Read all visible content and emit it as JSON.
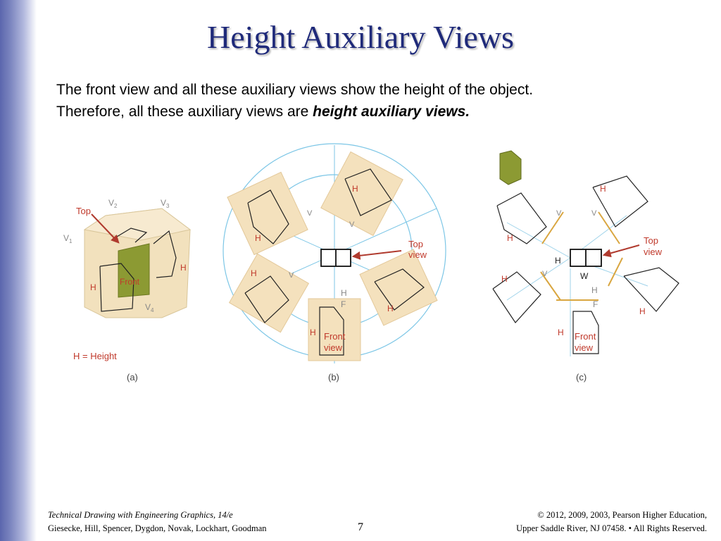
{
  "slide": {
    "title": "Height Auxiliary Views",
    "body_line1": "The front view and all these auxiliary views show the height of the object.",
    "body_line2_prefix": "Therefore, all these auxiliary views are ",
    "body_line2_emphasis": "height auxiliary views.",
    "page_number": "7"
  },
  "figure": {
    "a": {
      "label_top": "Top",
      "label_v1": "V",
      "label_v2": "V",
      "label_v3": "V",
      "label_v4": "V",
      "sub_1": "1",
      "sub_2": "2",
      "sub_3": "3",
      "sub_4": "4",
      "label_front": "Front",
      "label_h": "H",
      "legend": "H = Height",
      "caption": "(a)"
    },
    "b": {
      "label_top": "Top",
      "label_view": "view",
      "label_front": "Front",
      "label_front_view": "view",
      "label_h": "H",
      "label_f": "F",
      "label_v": "V",
      "caption": "(b)"
    },
    "c": {
      "label_top": "Top",
      "label_view": "view",
      "label_front": "Front",
      "label_front_view": "view",
      "label_h": "H",
      "label_w": "W",
      "label_f": "F",
      "label_v": "V",
      "caption": "(c)"
    }
  },
  "footer": {
    "book_title": "Technical Drawing with Engineering Graphics, 14/e",
    "authors": "Giesecke, Hill, Spencer, Dygdon, Novak, Lockhart, Goodman",
    "copyright_line1": "© 2012, 2009, 2003, Pearson Higher Education,",
    "copyright_line2": "Upper Saddle River, NJ 07458. • All Rights Reserved."
  },
  "colors": {
    "title": "#1f2a7a",
    "accent_red": "#c0392b",
    "tan": "#f0dcb6",
    "projection_blue": "#7cc6e6",
    "olive": "#7d8a2a"
  }
}
